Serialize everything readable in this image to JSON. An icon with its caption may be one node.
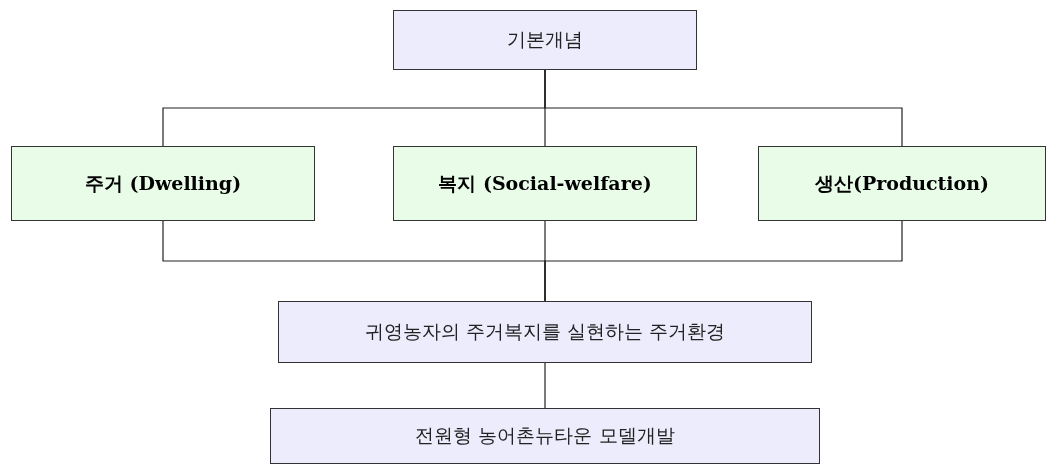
{
  "diagram": {
    "nodes": [
      {
        "text": [
          "기본개념"
        ]
      },
      {
        "text": [
          "주거 (Dwelling)"
        ]
      },
      {
        "text": [
          "복지 (Social-welfare)"
        ]
      },
      {
        "text": [
          "생산(Production)"
        ]
      },
      {
        "text": [
          "귀영농자의 주거복지를 실현하는 주거환경"
        ]
      },
      {
        "text": [
          "전원형 농어촌뉴타운 모델개발"
        ]
      }
    ],
    "edges": [
      {
        "from": 0,
        "to": 1,
        "arrow": "none"
      },
      {
        "from": 0,
        "to": 2,
        "arrow": "none"
      },
      {
        "from": 0,
        "to": 3,
        "arrow": "none"
      },
      {
        "from": 1,
        "to": 4,
        "arrow": "none"
      },
      {
        "from": 2,
        "to": 4,
        "arrow": "none"
      },
      {
        "from": 3,
        "to": 4,
        "arrow": "none"
      },
      {
        "from": 4,
        "to": 5,
        "arrow": "none"
      }
    ]
  }
}
